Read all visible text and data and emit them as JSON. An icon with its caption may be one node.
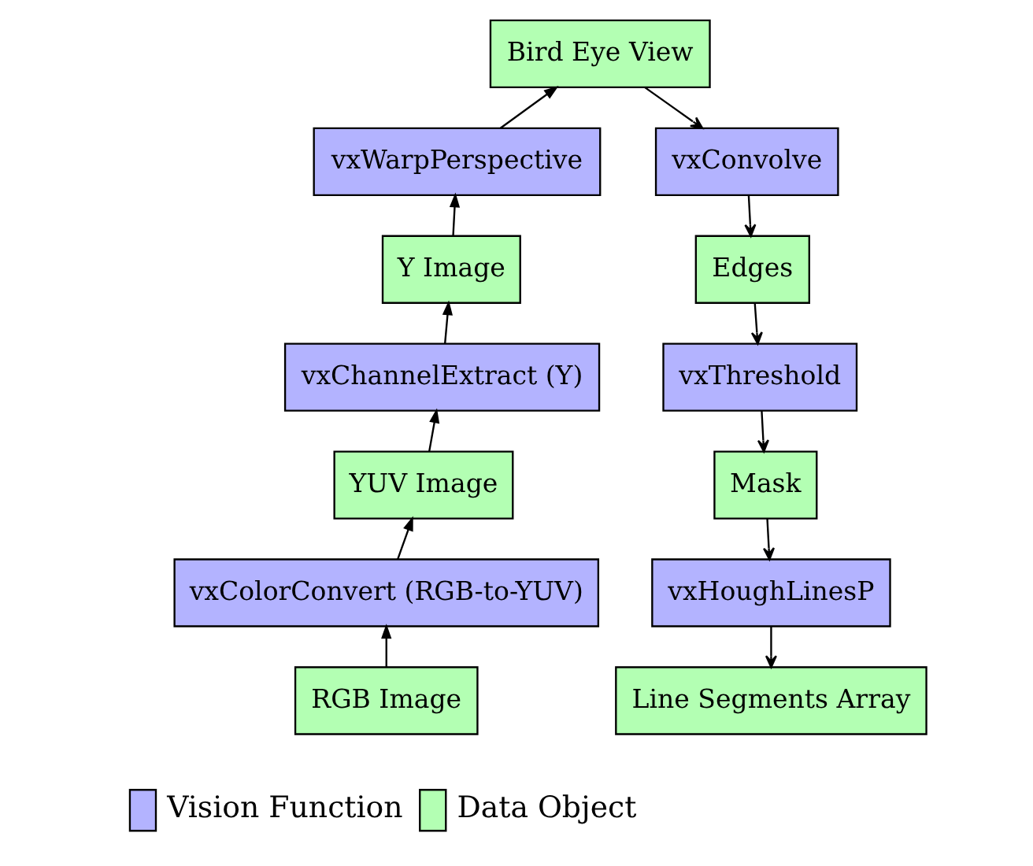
{
  "diagram": {
    "nodes": [
      {
        "text": [
          "Bird Eye View"
        ]
      },
      {
        "text": [
          "vxWarpPerspective"
        ]
      },
      {
        "text": [
          "vxConvolve"
        ]
      },
      {
        "text": [
          "Y Image"
        ]
      },
      {
        "text": [
          "Edges"
        ]
      },
      {
        "text": [
          "vxChannelExtract (Y)"
        ]
      },
      {
        "text": [
          "vxThreshold"
        ]
      },
      {
        "text": [
          "YUV Image"
        ]
      },
      {
        "text": [
          "Mask"
        ]
      },
      {
        "text": [
          "vxColorConvert (RGB-to-YUV)"
        ]
      },
      {
        "text": [
          "vxHoughLinesP"
        ]
      },
      {
        "text": [
          "RGB Image"
        ]
      },
      {
        "text": [
          "Line Segments Array"
        ]
      }
    ],
    "edges": [
      {
        "from": 11,
        "to": 9,
        "arrow": "to"
      },
      {
        "from": 9,
        "to": 7,
        "arrow": "to"
      },
      {
        "from": 7,
        "to": 5,
        "arrow": "to"
      },
      {
        "from": 5,
        "to": 3,
        "arrow": "to"
      },
      {
        "from": 3,
        "to": 1,
        "arrow": "to"
      },
      {
        "from": 1,
        "to": 0,
        "arrow": "to"
      },
      {
        "from": 0,
        "to": 2,
        "arrow": "to"
      },
      {
        "from": 2,
        "to": 4,
        "arrow": "to"
      },
      {
        "from": 4,
        "to": 6,
        "arrow": "to"
      },
      {
        "from": 6,
        "to": 8,
        "arrow": "to"
      },
      {
        "from": 8,
        "to": 10,
        "arrow": "to"
      },
      {
        "from": 10,
        "to": 12,
        "arrow": "to"
      }
    ],
    "legend": [
      {
        "text": "Vision Function",
        "color": "#b3b3ff"
      },
      {
        "text": "Data Object",
        "color": "#b3ffb3"
      }
    ]
  }
}
